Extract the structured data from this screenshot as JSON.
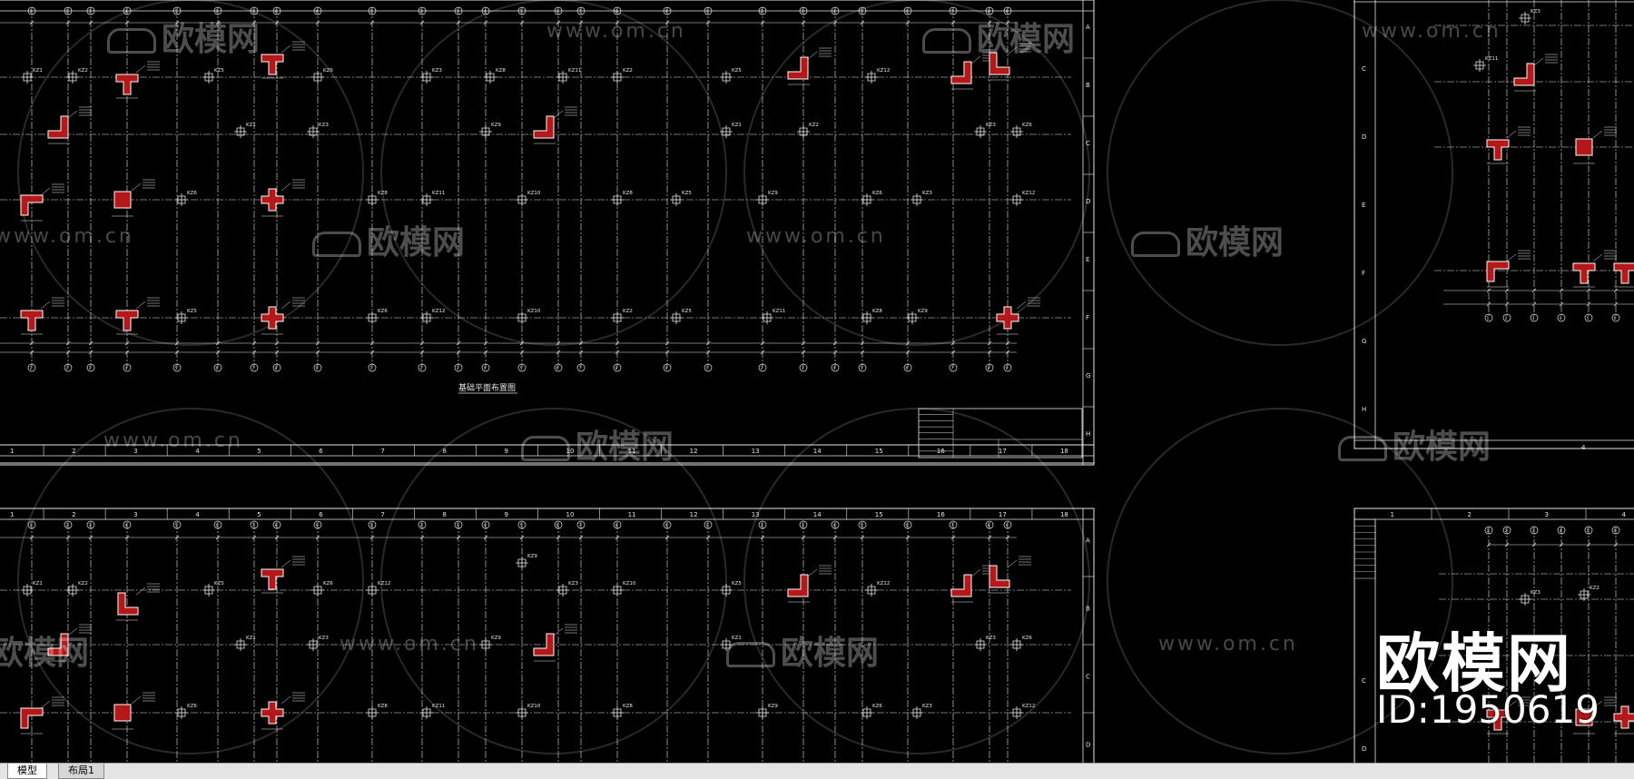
{
  "tabs": [
    {
      "label": "模型",
      "active": true
    },
    {
      "label": "布局1",
      "active": false
    }
  ],
  "watermarks": {
    "site": "www.om.cn",
    "brand": "欧模网"
  },
  "overlay": {
    "brand": "欧模网",
    "id": "ID:1950619"
  },
  "drawing": {
    "plan_title": "基础平面布置图",
    "column_labels": [
      "KZ1",
      "KZ2",
      "KZ3",
      "KZ5",
      "KZ6",
      "KZ8",
      "KZ9",
      "KZ10",
      "KZ11",
      "KZ12"
    ],
    "frame_cols": [
      "1",
      "2",
      "3",
      "4",
      "5",
      "6",
      "7",
      "8",
      "9",
      "10",
      "11",
      "12",
      "13",
      "14",
      "15",
      "16",
      "17",
      "18"
    ],
    "frame_rows": [
      "A",
      "B",
      "C",
      "D",
      "E",
      "F",
      "G",
      "H"
    ],
    "right_frame_cols": [
      "1",
      "2",
      "3",
      "4"
    ],
    "colors": {
      "background": "#000000",
      "lines": "#e6e6e6",
      "column_fill": "#b51818",
      "column_outline": "#ffffff",
      "tabbar": "#e4e4e4"
    }
  }
}
